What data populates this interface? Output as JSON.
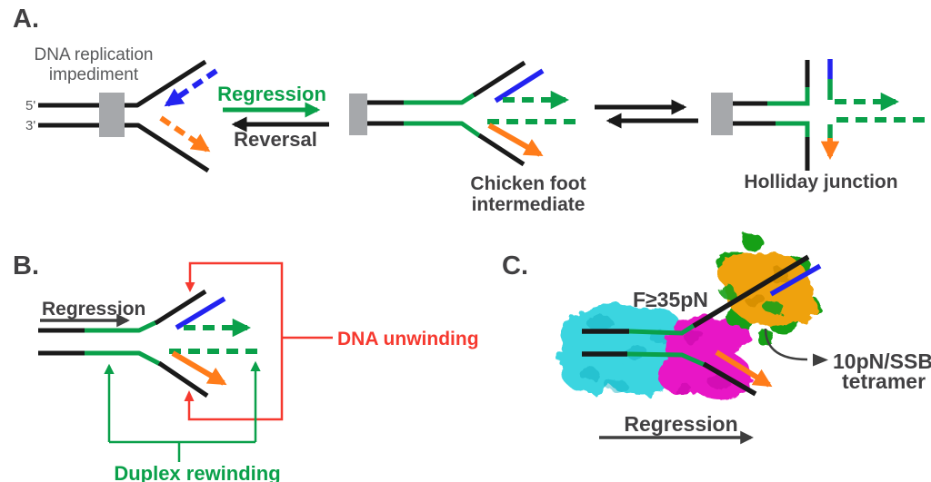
{
  "figure": {
    "description": "Replication fork regression schematic with chicken foot intermediate, Holliday junction, unwinding/rewinding annotations and SSB-bound fork structure"
  },
  "colors": {
    "strand": "#1a1a1a",
    "green": "#0aa04a",
    "blue": "#2323f0",
    "orange": "#ff7c1a",
    "red": "#f6392f",
    "gray_box": "#a6a8ab",
    "dark_text": "#414042",
    "gray_text": "#58595b",
    "annot_gray": "#3f3f3f",
    "cyan": "#3bd5e0",
    "cyan_dark": "#0fb0c0",
    "magenta": "#e816c6",
    "magenta_dark": "#bc05a0",
    "ssb_orange": "#efa20b",
    "ssb_orange_dark": "#c27e00",
    "ssb_green": "#18a018"
  },
  "panelA": {
    "label": "A.",
    "impediment_line1": "DNA replication",
    "impediment_line2": "impediment",
    "five_prime": "5'",
    "three_prime": "3'",
    "regression": "Regression",
    "reversal": "Reversal",
    "chicken_foot_line1": "Chicken foot",
    "chicken_foot_line2": "intermediate",
    "holliday": "Holliday junction"
  },
  "panelB": {
    "label": "B.",
    "regression": "Regression",
    "dna_unwinding": "DNA unwinding",
    "duplex_rewinding": "Duplex rewinding"
  },
  "panelC": {
    "label": "C.",
    "force": "F≥35pN",
    "ssb_line1": "10pN/SSB",
    "ssb_line2": "tetramer",
    "regression": "Regression"
  }
}
